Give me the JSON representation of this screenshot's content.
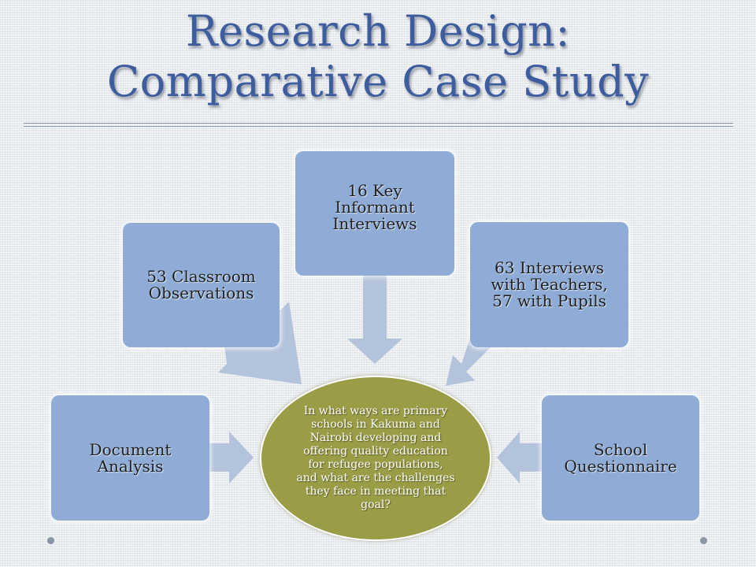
{
  "slide": {
    "title_line1": "Research Design:",
    "title_line2": "Comparative Case Study"
  },
  "diagram": {
    "center": "In what ways are primary schools in Kakuma and Nairobi developing and offering quality education for refugee populations, and what are the challenges they face in meeting that goal?",
    "nodes": {
      "document_analysis": [
        "Document",
        "Analysis"
      ],
      "classroom_observations": [
        "53 Classroom",
        "Observations"
      ],
      "key_informant_interviews": [
        "16 Key",
        "Informant",
        "Interviews"
      ],
      "teacher_pupil_interviews": [
        "63 Interviews",
        "with Teachers,",
        "57 with Pupils"
      ],
      "school_questionnaire": [
        "School",
        "Questionnaire"
      ]
    }
  },
  "colors": {
    "title": "#3d5d9e",
    "box_fill": "#8facd6",
    "arrow_fill": "#b3c3db",
    "ellipse_fill": "#9a9d46"
  }
}
